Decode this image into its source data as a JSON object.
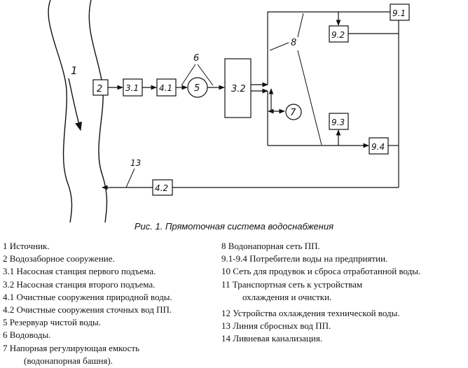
{
  "diagram": {
    "nodes": {
      "n1": "1",
      "n2": "2",
      "n31": "3.1",
      "n41": "4.1",
      "n5": "5",
      "n6": "6",
      "n32": "3.2",
      "n7": "7",
      "n8": "8",
      "n91": "9.1",
      "n92": "9.2",
      "n93": "9.3",
      "n94": "9.4",
      "n13": "13",
      "n42": "4.2"
    }
  },
  "caption": "Рис. 1. Прямоточная система водоснабжения",
  "legend_left": [
    {
      "text": "1 Источник."
    },
    {
      "text": "2 Водозаборное сооружение."
    },
    {
      "text": "3.1 Насосная станция первого подъема."
    },
    {
      "text": "3.2 Насосная станция второго подъема."
    },
    {
      "text": "4.1 Очистные сооружения природной воды."
    },
    {
      "text": "4.2 Очистные сооружения сточных вод ПП."
    },
    {
      "text": "5 Резервуар чистой воды."
    },
    {
      "text": "6 Водоводы."
    },
    {
      "text": "7 Напорная регулирующая емкость",
      "cont": "(водонапорная башня)."
    }
  ],
  "legend_right": [
    {
      "text": "8 Водонапорная сеть ПП."
    },
    {
      "text": "9.1-9.4 Потребители воды на предприятии."
    },
    {
      "text": "10 Сеть для продувок и сброса отработанной воды."
    },
    {
      "text": "11 Транспортная сеть к устройствам",
      "cont": "охлаждения и очистки."
    },
    {
      "text": "12 Устройства охлаждения технической воды.",
      "gap": true
    },
    {
      "text": "13 Линия сбросных вод ПП."
    },
    {
      "text": "14 Ливневая канализация."
    }
  ]
}
